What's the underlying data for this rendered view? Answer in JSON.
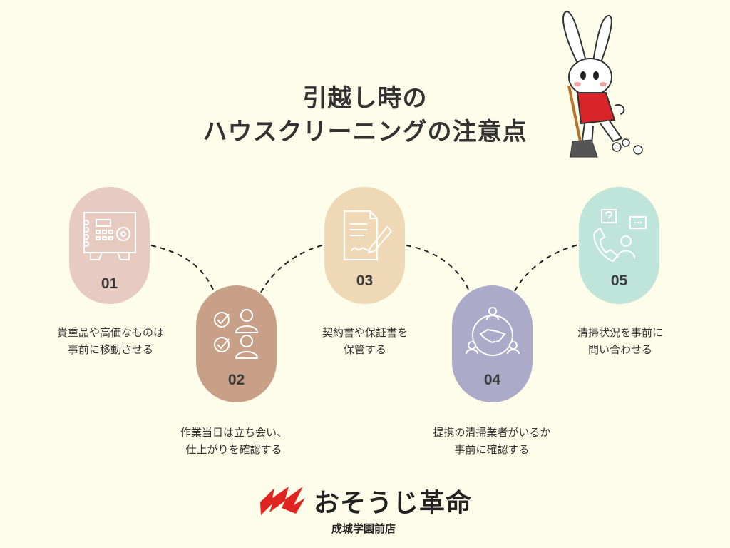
{
  "title": {
    "line1": "引越し時の",
    "line2": "ハウスクリーニングの注意点"
  },
  "steps": [
    {
      "number": "01",
      "icon": "safe-icon",
      "color": "#e7cbc1",
      "line1": "貴重品や高価なものは",
      "line2": "事前に移動させる"
    },
    {
      "number": "02",
      "icon": "checklist-people-icon",
      "color": "#c8a088",
      "line1": "作業当日は立ち会い、",
      "line2": "仕上がりを確認する"
    },
    {
      "number": "03",
      "icon": "signed-document-icon",
      "color": "#efd8b5",
      "line1": "契約書や保証書を",
      "line2": "保管する"
    },
    {
      "number": "04",
      "icon": "handshake-network-icon",
      "color": "#abaac8",
      "line1": "提携の清掃業者がいるか",
      "line2": "事前に確認する"
    },
    {
      "number": "05",
      "icon": "phone-inquiry-icon",
      "color": "#bfe4da",
      "line1": "清掃状況を事前に",
      "line2": "問い合わせる"
    }
  ],
  "footer": {
    "brand": "おそうじ革命",
    "branch": "成城学園前店",
    "brand_color": "#e02420"
  }
}
